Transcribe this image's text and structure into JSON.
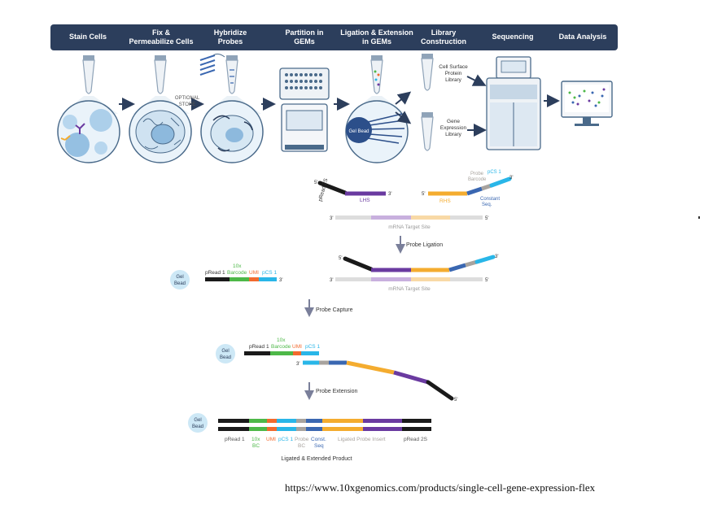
{
  "header": {
    "steps": [
      {
        "line1": "Stain Cells",
        "line2": ""
      },
      {
        "line1": "Fix &",
        "line2": "Permeabilize Cells"
      },
      {
        "line1": "Hybridize",
        "line2": "Probes"
      },
      {
        "line1": "Partition in",
        "line2": "GEMs"
      },
      {
        "line1": "Ligation & Extension",
        "line2": "in GEMs"
      },
      {
        "line1": "Library",
        "line2": "Construction"
      },
      {
        "line1": "Sequencing",
        "line2": ""
      },
      {
        "line1": "Data Analysis",
        "line2": ""
      }
    ]
  },
  "workflow": {
    "optional_store": [
      "OPTIONAL",
      "STORE"
    ],
    "cell_surface_library": [
      "Cell Surface",
      "Protein",
      "Library"
    ],
    "gene_expression_library": [
      "Gene",
      "Expression",
      "Library"
    ],
    "gel_bead_tilted": "Gel Bead"
  },
  "probes": {
    "left_probe": {
      "read": "pRead 2S",
      "segment": "LHS",
      "end3": "3'",
      "end5": "5'"
    },
    "right_probe": {
      "segment": "RHS",
      "barcode": [
        "Probe",
        "Barcode"
      ],
      "pcs": "pCS 1",
      "constant": [
        "Constant",
        "Seq."
      ],
      "end5": "5'",
      "end3": "3'"
    },
    "mrna1": {
      "label": "mRNA Target Site",
      "end3": "3'",
      "end5": "5'"
    },
    "probe_ligation": "Probe Ligation",
    "mrna2": {
      "label": "mRNA Target Site",
      "end3": "3'",
      "end5": "5'"
    },
    "ligated": {
      "end5": "5'",
      "end3": "3'"
    }
  },
  "bead1": {
    "bead": [
      "Gel",
      "Bead"
    ],
    "read": "pRead 1",
    "tenx": "10x",
    "barcode": "Barcode",
    "umi": "UMI",
    "pcs": "pCS 1",
    "end3": "3'"
  },
  "probe_capture": "Probe Capture",
  "bead2": {
    "bead": [
      "Gel",
      "Bead"
    ],
    "read": "pRead 1",
    "tenx": "10x",
    "barcode": "Barcode",
    "umi": "UMI",
    "pcs": "pCS 1",
    "end3": "3'",
    "end5": "5'"
  },
  "probe_extension": "Probe Extension",
  "final": {
    "bead": [
      "Gel",
      "Bead"
    ],
    "labels": {
      "read1": "pRead 1",
      "tenx": "10x",
      "bc": "BC",
      "umi": "UMI",
      "pcs": "pCS 1",
      "probe": "Probe",
      "probe_bc": "BC",
      "const": "Const.",
      "seq": "Seq",
      "insert": "Ligated Probe Insert",
      "read2s": "pRead 2S"
    },
    "caption": "Ligated & Extended Product"
  },
  "source_url": "https://www.10xgenomics.com/products/single-cell-gene-expression-flex",
  "colors": {
    "header_bg": "#2c3e5c",
    "black": "#1a1a1a",
    "green": "#4db848",
    "orange": "#f26a2e",
    "cyan": "#29b6e8",
    "blue": "#3a67b1",
    "grey": "#a8a39e",
    "purple": "#6a3aa0",
    "yellow": "#f4ac2f",
    "bead": "#cde8f6",
    "icon": "#4a6a8a"
  }
}
